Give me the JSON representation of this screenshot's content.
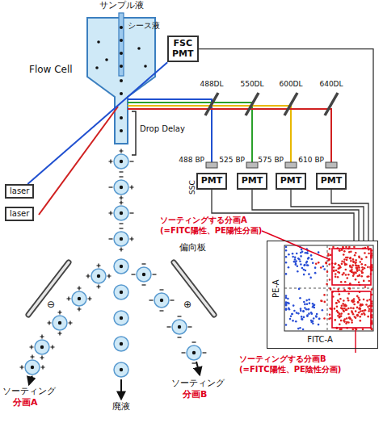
{
  "diagram": {
    "nodes": [
      {
        "text": [
          "FSC",
          "PMT"
        ]
      },
      {
        "text": [
          "laser"
        ]
      },
      {
        "text": [
          "laser"
        ]
      },
      {
        "text": [
          "PMT"
        ]
      },
      {
        "text": [
          "PMT"
        ]
      },
      {
        "text": [
          "PMT"
        ]
      },
      {
        "text": [
          "PMT"
        ]
      },
      {
        "text": [
          "PE-A",
          "FITC-A"
        ]
      }
    ],
    "edges": [
      {
        "from": 1,
        "to": 0,
        "arrow": "none"
      },
      {
        "from": 3,
        "to": 7,
        "arrow": "none"
      },
      {
        "from": 4,
        "to": 7,
        "arrow": "none"
      },
      {
        "from": 5,
        "to": 7,
        "arrow": "none"
      },
      {
        "from": 6,
        "to": 7,
        "arrow": "none"
      },
      {
        "from": 0,
        "to": 7,
        "arrow": "none"
      }
    ],
    "labels": [
      "サンプル液",
      "シース液",
      "Flow Cell",
      "Drop Delay",
      "488DL",
      "550DL",
      "600DL",
      "640DL",
      "488 BP",
      "525 BP",
      "575 BP",
      "610 BP",
      "SSC",
      "ソーティングする分画A",
      "(=FITC陽性、PE陽性分画)",
      "ソーティングする分画B",
      "(=FITC陽性、PE陰性分画)",
      "偏向板",
      "⊖",
      "⊕",
      "ソーティング",
      "分画A",
      "廃液",
      "ソーティング",
      "分画B"
    ]
  }
}
